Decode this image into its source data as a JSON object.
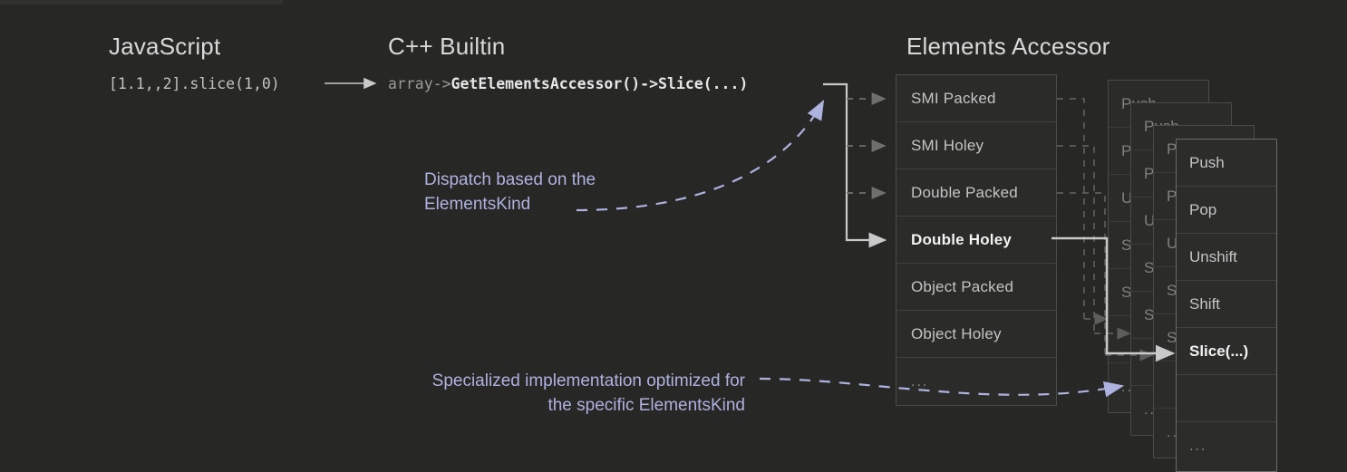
{
  "diagram": {
    "background_color": "#272726",
    "accent_annotation_color": "#aeb2df",
    "columns": {
      "javascript": {
        "title": "JavaScript",
        "code": "[1.1,,2].slice(1,0)"
      },
      "cpp_builtin": {
        "title": "C++ Builtin",
        "code_prefix": "array->",
        "code_main": "GetElementsAccessor()->Slice(...)"
      },
      "elements_accessor": {
        "title": "Elements Accessor"
      }
    },
    "annotations": [
      {
        "id": "dispatch",
        "text": "Dispatch based on the\nElementsKind"
      },
      {
        "id": "specialized",
        "text": "Specialized implementation optimized for\nthe specific ElementsKind"
      }
    ],
    "accessor_rows": [
      {
        "label": "SMI Packed",
        "selected": false
      },
      {
        "label": "SMI Holey",
        "selected": false
      },
      {
        "label": "Double Packed",
        "selected": false
      },
      {
        "label": "Double Holey",
        "selected": true
      },
      {
        "label": "Object Packed",
        "selected": false
      },
      {
        "label": "Object Holey",
        "selected": false
      },
      {
        "label": "...",
        "selected": false
      }
    ],
    "method_card": {
      "rows": [
        {
          "label": "Push",
          "selected": false
        },
        {
          "label": "Pop",
          "selected": false
        },
        {
          "label": "Unshift",
          "selected": false
        },
        {
          "label": "Shift",
          "selected": false
        },
        {
          "label": "Slice(...)",
          "selected": true
        },
        {
          "label": "",
          "selected": false
        },
        {
          "label": "...",
          "selected": false
        }
      ]
    },
    "background_cards": [
      {
        "rows": [
          "Push",
          "Pop",
          "Unshift",
          "Shift",
          "Slice(...)",
          "",
          "..."
        ]
      },
      {
        "rows": [
          "Push",
          "Pop",
          "Unshift",
          "Shift",
          "Slice(...)",
          "",
          "..."
        ]
      },
      {
        "rows": [
          "Push",
          "Pop",
          "Unshift",
          "Shift",
          "Slice(...)",
          "",
          "..."
        ]
      }
    ]
  }
}
